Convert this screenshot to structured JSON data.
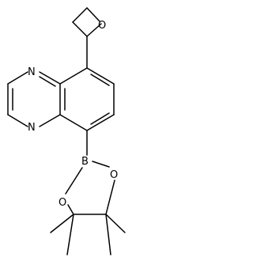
{
  "molecule": {
    "atoms": {
      "n_upper": "N",
      "n_lower": "N",
      "boron": "B",
      "o_upper": "O",
      "o_lower": "O",
      "o_oxetane": "O"
    }
  }
}
